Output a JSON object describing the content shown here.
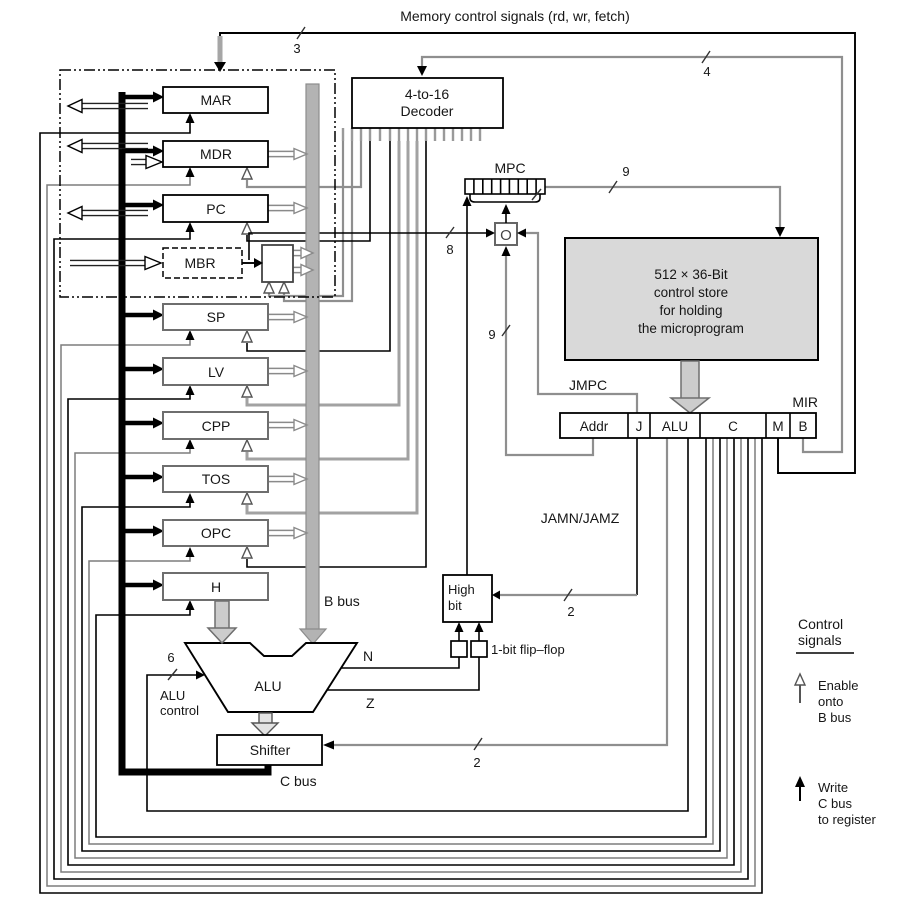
{
  "diagram": {
    "title": "Memory control signals (rd, wr, fetch)",
    "registers": [
      "MAR",
      "MDR",
      "PC",
      "MBR",
      "SP",
      "LV",
      "CPP",
      "TOS",
      "OPC",
      "H"
    ],
    "decoder": {
      "line1": "4-to-16",
      "line2": "Decoder"
    },
    "mpc_label": "MPC",
    "control_store": {
      "line1": "512 × 36-Bit",
      "line2": "control store",
      "line3": "for holding",
      "line4": "the microprogram"
    },
    "mir": {
      "label": "MIR",
      "fields": [
        "Addr",
        "J",
        "ALU",
        "C",
        "M",
        "B"
      ]
    },
    "labels": {
      "jmpc": "JMPC",
      "jamn_jamz": "JAMN/JAMZ",
      "high_bit_1": "High",
      "high_bit_2": "bit",
      "flip_flop": "1-bit flip–flop",
      "alu": "ALU",
      "n": "N",
      "z": "Z",
      "alu_control_1": "ALU",
      "alu_control_2": "control",
      "shifter": "Shifter",
      "b_bus": "B bus",
      "c_bus": "C bus",
      "o_mux": "O"
    },
    "bus_widths": {
      "mem": "3",
      "decoder": "4",
      "mpc_out": "9",
      "mbr_to_mpc": "8",
      "addr_to_mpc": "9",
      "jam": "2",
      "shifter": "2",
      "alu": "6"
    },
    "legend": {
      "title_1": "Control",
      "title_2": "signals",
      "enable_1": "Enable",
      "enable_2": "onto",
      "enable_3": "B bus",
      "write_1": "Write",
      "write_2": "C bus",
      "write_3": "to register"
    },
    "colors": {
      "store_fill": "#d9d9d9",
      "bus_gray": "#b3b3b3",
      "wire_gray": "#8f8f8f"
    }
  }
}
